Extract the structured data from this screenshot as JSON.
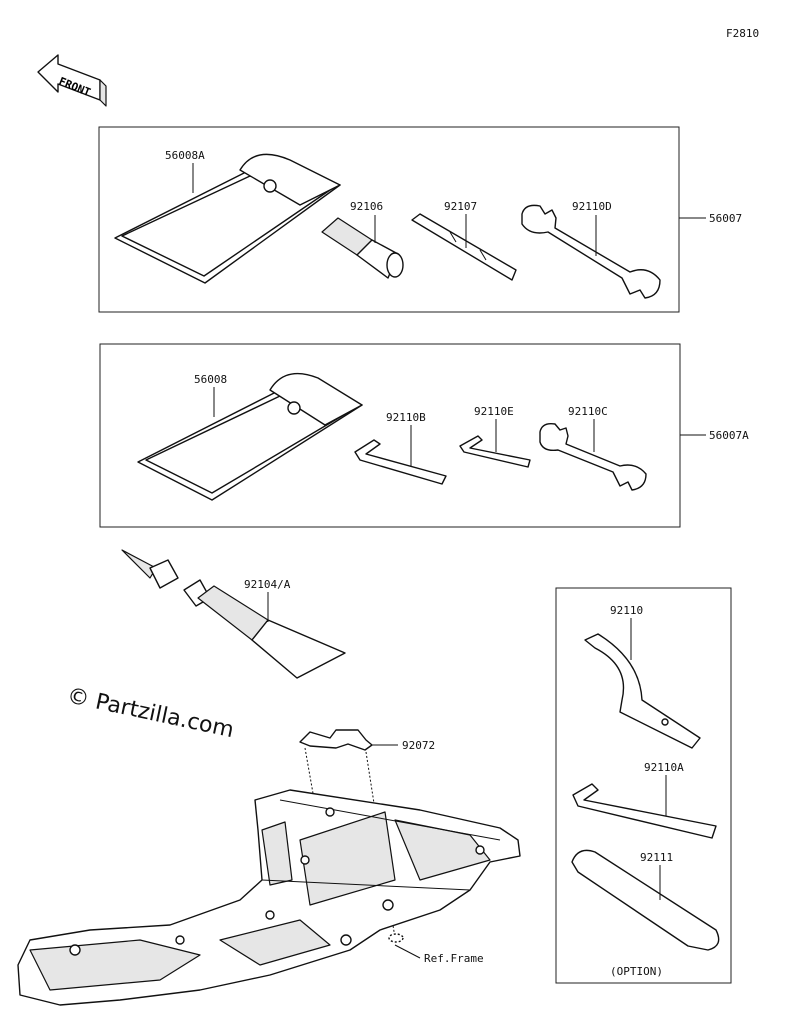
{
  "figure_code": "F2810",
  "front_arrow": "FRONT",
  "watermark": "© Partzilla.com",
  "groups": {
    "kit_top": {
      "assembly": "56007",
      "parts": [
        "56008A",
        "92106",
        "92107",
        "92110D"
      ]
    },
    "kit_mid": {
      "assembly": "56007A",
      "parts": [
        "56008",
        "92110B",
        "92110E",
        "92110C"
      ]
    },
    "standalone": [
      "92104/A",
      "92072"
    ],
    "option_box": {
      "parts": [
        "92110",
        "92110A",
        "92111"
      ],
      "caption": "(OPTION)"
    }
  },
  "ref_frame": "Ref.Frame"
}
